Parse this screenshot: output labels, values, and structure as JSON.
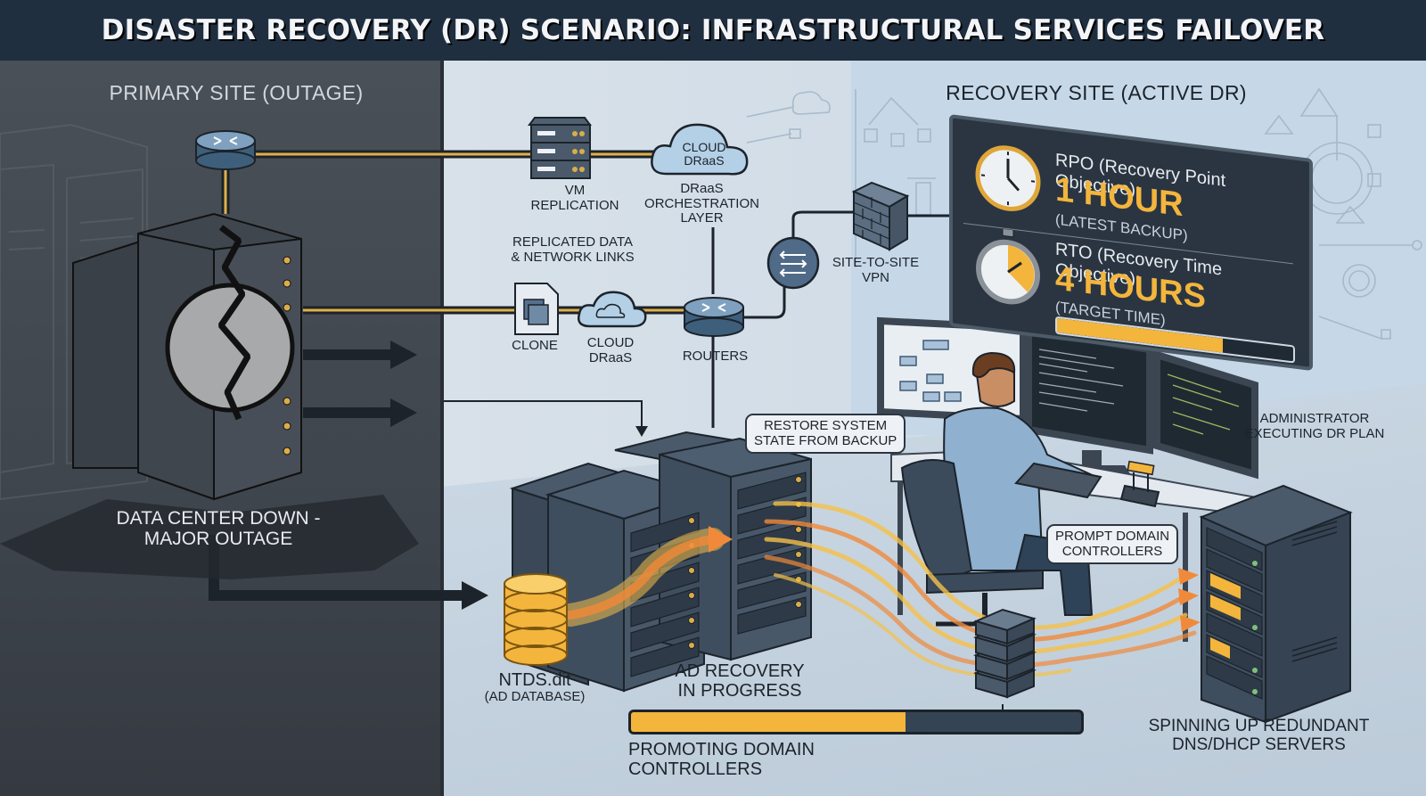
{
  "header": {
    "title": "DISASTER RECOVERY (DR) SCENARIO: INFRASTRUCTURAL SERVICES FAILOVER"
  },
  "primary_site": {
    "title": "PRIMARY SITE (OUTAGE)",
    "status_line1": "DATA CENTER DOWN -",
    "status_line2": "MAJOR OUTAGE"
  },
  "recovery_site": {
    "title": "RECOVERY SITE (ACTIVE DR)"
  },
  "network": {
    "vm_replication": [
      "VM",
      "REPLICATION"
    ],
    "cloud_draas_icon": [
      "CLOUD",
      "DRaaS"
    ],
    "orchestration": [
      "DRaaS",
      "ORCHESTRATION",
      "LAYER"
    ],
    "replicated_links": [
      "REPLICATED DATA",
      "& NETWORK LINKS"
    ],
    "clone": "CLONE",
    "cloud_draas": [
      "CLOUD",
      "DRaaS"
    ],
    "routers": "ROUTERS",
    "vpn": [
      "SITE-TO-SITE",
      "VPN"
    ]
  },
  "dashboard": {
    "rpo_label": "RPO (Recovery Point Objective):",
    "rpo_value": "1 HOUR",
    "rpo_note": "(LATEST BACKUP)",
    "rto_label": "RTO (Recovery Time Objective):",
    "rto_value": "4 HOURS",
    "rto_note": "(TARGET TIME)",
    "rto_progress_percent": 70,
    "colors": {
      "accent": "#f3b53c",
      "panel": "#2a3541"
    }
  },
  "callouts": {
    "restore": [
      "RESTORE SYSTEM",
      "STATE FROM BACKUP"
    ],
    "prompt": [
      "PROMPT DOMAIN",
      "CONTROLLERS"
    ],
    "admin": [
      "ADMINISTRATOR",
      "EXECUTING DR PLAN"
    ]
  },
  "ad": {
    "db_name": "NTDS.dit",
    "db_note": "(AD DATABASE)",
    "recovery": [
      "AD RECOVERY",
      "IN PROGRESS"
    ]
  },
  "promotion": {
    "label": "PROMOTING DOMAIN CONTROLLERS",
    "progress_percent": 61
  },
  "dns": {
    "label": [
      "SPINNING UP REDUNDANT",
      "DNS/DHCP SERVERS"
    ]
  }
}
